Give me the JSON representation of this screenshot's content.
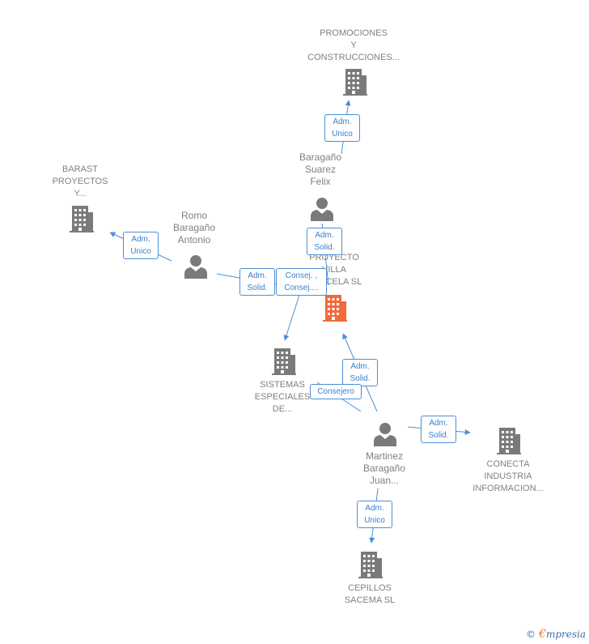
{
  "colors": {
    "line": "#4a8fd6",
    "node": "#7a7a7a",
    "focus": "#f26b3a"
  },
  "nodes": [
    {
      "id": "promociones",
      "kind": "company",
      "lines": [
        "PROMOCIONES",
        "Y",
        "CONSTRUCCIONES..."
      ]
    },
    {
      "id": "barast",
      "kind": "company",
      "lines": [
        "BARAST",
        "PROYECTOS",
        "Y..."
      ]
    },
    {
      "id": "baragano",
      "kind": "person",
      "lines": [
        "Baragaño",
        "Suarez",
        "Felix"
      ]
    },
    {
      "id": "romo",
      "kind": "person",
      "lines": [
        "Romo",
        "Baragaño",
        "Antonio"
      ]
    },
    {
      "id": "proyecto",
      "kind": "company",
      "focus": true,
      "lines": [
        "PROYECTO",
        "VILLA",
        "GARCELA  SL"
      ]
    },
    {
      "id": "sistemas",
      "kind": "company",
      "lines": [
        "SISTEMAS",
        "ESPECIALES",
        "DE..."
      ]
    },
    {
      "id": "martinez",
      "kind": "person",
      "lines": [
        "Martinez",
        "Baragaño",
        "Juan..."
      ]
    },
    {
      "id": "conecta",
      "kind": "company",
      "lines": [
        "CONECTA",
        "INDUSTRIA",
        "INFORMACION..."
      ]
    },
    {
      "id": "cepillos",
      "kind": "company",
      "lines": [
        "CEPILLOS",
        "SACEMA  SL"
      ]
    }
  ],
  "relations": [
    {
      "id": "baragano-promociones",
      "lines": [
        "Adm.",
        "Unico"
      ]
    },
    {
      "id": "romo-barast",
      "lines": [
        "Adm.",
        "Unico"
      ]
    },
    {
      "id": "baragano-proyecto",
      "lines": [
        "Adm.",
        "Solid."
      ]
    },
    {
      "id": "romo-proyecto",
      "lines": [
        "Adm.",
        "Solid."
      ]
    },
    {
      "id": "romo-sistemas",
      "lines": [
        "Consej. ,",
        "Consej...."
      ]
    },
    {
      "id": "martinez-proyecto",
      "lines": [
        "Adm.",
        "Solid."
      ]
    },
    {
      "id": "martinez-sistemas",
      "lines": [
        "Consejero"
      ]
    },
    {
      "id": "martinez-conecta",
      "lines": [
        "Adm.",
        "Solid."
      ]
    },
    {
      "id": "martinez-cepillos",
      "lines": [
        "Adm.",
        "Unico"
      ]
    }
  ],
  "brand": {
    "copyright": "©",
    "initial": "€",
    "name": "mpresia"
  }
}
